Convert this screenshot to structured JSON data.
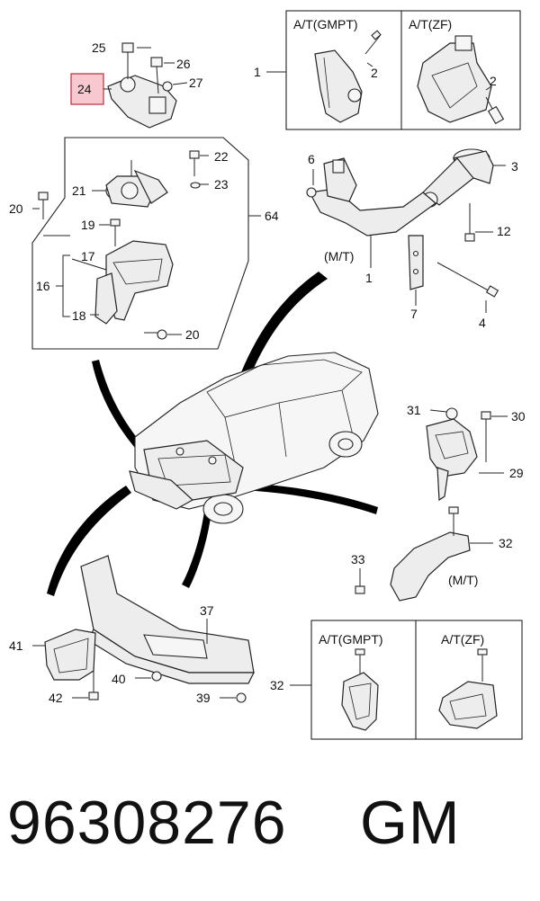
{
  "callouts": {
    "c1a": "1",
    "c2a": "2",
    "c2b": "2",
    "c3": "3",
    "c4": "4",
    "c6": "6",
    "c7": "7",
    "c12": "12",
    "c1b": "1",
    "c16": "16",
    "c17": "17",
    "c18": "18",
    "c19": "19",
    "c20a": "20",
    "c20b": "20",
    "c21": "21",
    "c22": "22",
    "c23": "23",
    "c24": "24",
    "c25": "25",
    "c26": "26",
    "c27": "27",
    "c64": "64",
    "c29": "29",
    "c30": "30",
    "c31": "31",
    "c32a": "32",
    "c33": "33",
    "c37": "37",
    "c39": "39",
    "c40": "40",
    "c41": "41",
    "c42": "42",
    "c32b": "32"
  },
  "variant_labels": {
    "top_left": "A/T(GMPT)",
    "top_right": "A/T(ZF)",
    "bottom_left": "A/T(GMPT)",
    "bottom_right": "A/T(ZF)",
    "mt_upper": "(M/T)",
    "mt_lower": "(M/T)"
  },
  "footer": {
    "part_number": "96308276",
    "brand": "GM"
  },
  "colors": {
    "highlight_fill": "#f7c9cf",
    "highlight_stroke": "#c0394b"
  }
}
